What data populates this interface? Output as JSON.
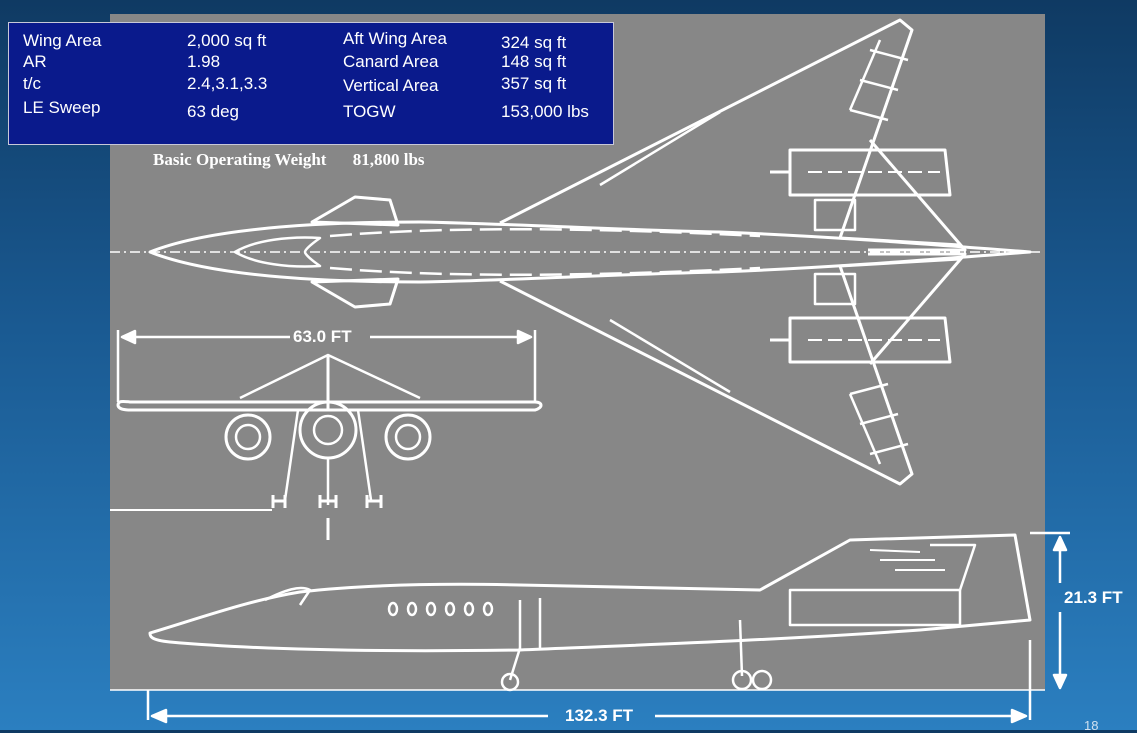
{
  "specs": {
    "wing_area_label": "Wing Area",
    "wing_area_value": "2,000 sq ft",
    "ar_label": "AR",
    "ar_value": "1.98",
    "tc_label": "t/c",
    "tc_value": "2.4,3.1,3.3",
    "le_sweep_label": "LE Sweep",
    "le_sweep_value": "63 deg",
    "aft_wing_area_label": "Aft Wing Area",
    "aft_wing_area_value": "324 sq ft",
    "canard_area_label": "Canard Area",
    "canard_area_value": "148 sq ft",
    "vertical_area_label": "Vertical Area",
    "vertical_area_value": "357 sq ft",
    "togw_label": "TOGW",
    "togw_value": "153,000 lbs"
  },
  "bow": {
    "label": "Basic Operating Weight",
    "value": "81,800 lbs"
  },
  "dimensions": {
    "span": "63.0 FT",
    "height": "21.3 FT",
    "length": "132.3 FT"
  },
  "page_number": "18",
  "colors": {
    "background_top": "#0f3a63",
    "background_bottom": "#2b7fc0",
    "panel": "#878787",
    "spec_box": "#0a1a8c",
    "line_art": "#ffffff"
  }
}
